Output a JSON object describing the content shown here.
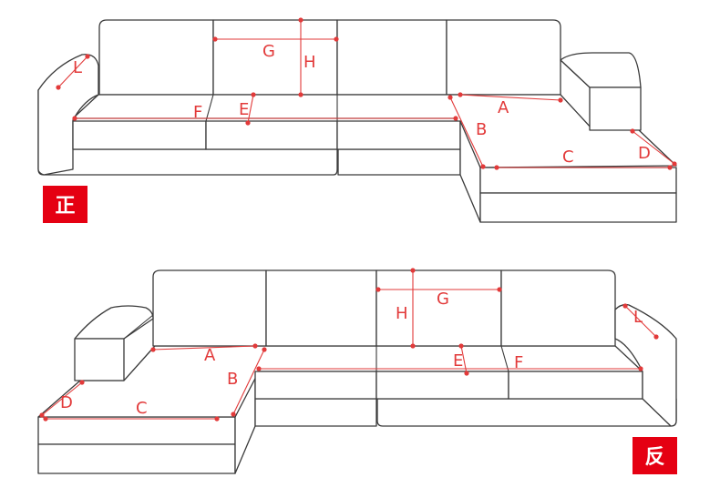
{
  "badges": {
    "front": "正",
    "reverse": "反"
  },
  "top_labels": {
    "L": "L",
    "G": "G",
    "H": "H",
    "F": "F",
    "E": "E",
    "A": "A",
    "B": "B",
    "C": "C",
    "D": "D"
  },
  "bottom_labels": {
    "L": "L",
    "G": "G",
    "H": "H",
    "F": "F",
    "E": "E",
    "A": "A",
    "B": "B",
    "C": "C",
    "D": "D"
  },
  "colors": {
    "accent": "#e23a3a",
    "badge": "#e50012",
    "line": "#3a3a3a"
  }
}
